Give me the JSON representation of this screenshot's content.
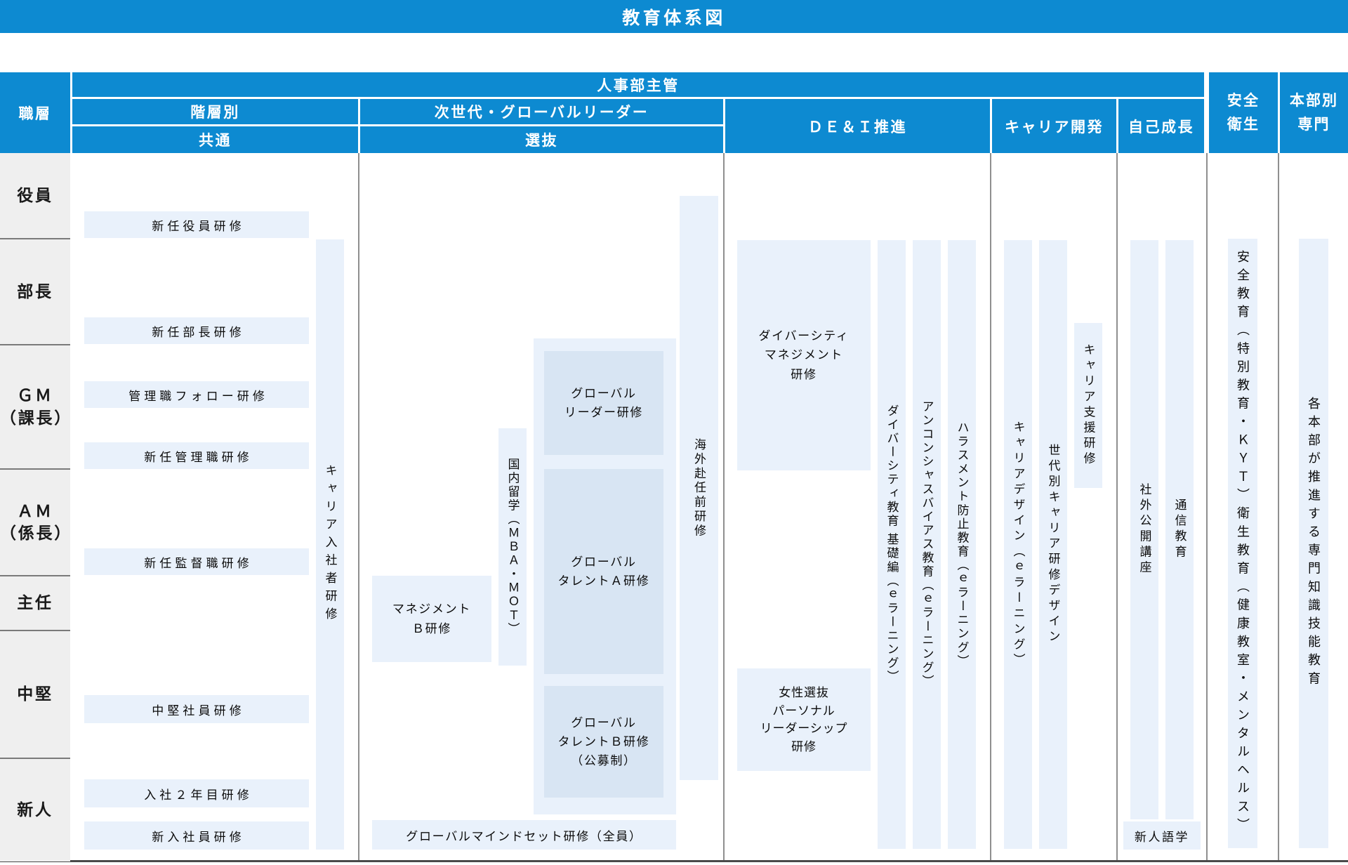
{
  "title": "教育体系図",
  "header": {
    "role_col": "職層",
    "hr_owner": "人事部主管",
    "hierarchy": {
      "top": "階層別",
      "bottom": "共通"
    },
    "global_leader": {
      "top": "次世代・グローバルリーダー",
      "bottom": "選抜"
    },
    "dei": "ＤＥ＆Ｉ推進",
    "career_dev": "キャリア開発",
    "self_growth": "自己成長",
    "safety": [
      "安全",
      "衛生"
    ],
    "division": [
      "本部別",
      "専門"
    ]
  },
  "roles": [
    {
      "label": [
        "役員"
      ]
    },
    {
      "label": [
        "部長"
      ]
    },
    {
      "label": [
        "ＧＭ",
        "（課長）"
      ]
    },
    {
      "label": [
        "ＡＭ",
        "（係長）"
      ]
    },
    {
      "label": [
        "主任"
      ]
    },
    {
      "label": [
        "中堅"
      ]
    },
    {
      "label": [
        "新人"
      ]
    }
  ],
  "common": {
    "new_officer": "新任役員研修",
    "new_bucho": "新任部長研修",
    "manager_follow": "管理職フォロー研修",
    "new_manager": "新任管理職研修",
    "new_supervisor": "新任監督職研修",
    "mid_employee": "中堅社員研修",
    "second_year": "入社２年目研修",
    "new_employee": "新入社員研修",
    "career_hire_bar": "キャリア入社者研修"
  },
  "selection": {
    "management_b": [
      "マネジメント",
      "Ｂ研修"
    ],
    "domestic_study_bar": "国内留学（ＭＢＡ・ＭＯＴ）",
    "global_leader": [
      "グローバル",
      "リーダー研修"
    ],
    "global_talent_a": [
      "グローバル",
      "タレントＡ研修"
    ],
    "global_talent_b": [
      "グローバル",
      "タレントＢ研修",
      "（公募制）"
    ],
    "overseas_bar": "海外赴任前研修",
    "global_mindset": "グローバルマインドセット研修（全員）"
  },
  "dei": {
    "diversity_mgmt": [
      "ダイバーシティ",
      "マネジメント",
      "研修"
    ],
    "diversity_edu_bar": "ダイバーシティ教育 基礎編（ｅラーニング）",
    "unconscious_bias_bar": "アンコンシャスバイアス教育（ｅラーニング）",
    "harassment_bar": "ハラスメント防止教育（ｅラーニング）",
    "women_leadership": [
      "女性選抜",
      "パーソナル",
      "リーダーシップ",
      "研修"
    ]
  },
  "career": {
    "career_design_bar": "キャリアデザイン（ｅラーニング）",
    "generation_bar": "世代別キャリア研修デザイン",
    "career_support_bar": "キャリア支援研修"
  },
  "self_growth": {
    "open_course_bar": "社外公開講座",
    "correspondence_bar": "通信教育",
    "newcomer_language": "新人語学"
  },
  "safety": {
    "bar": "安全教育（特別教育・ＫＹＴ）衛生教育（健康教室・メンタルヘルス）"
  },
  "division": {
    "bar": "各本部が推進する専門知識技能教育"
  },
  "colors": {
    "header_blue": "#0d8ad1",
    "box_light": "#e9f1fb",
    "box_inner": "#d8e5f3",
    "role_bg": "#efefef",
    "grid_gray": "#8f8f8f"
  }
}
